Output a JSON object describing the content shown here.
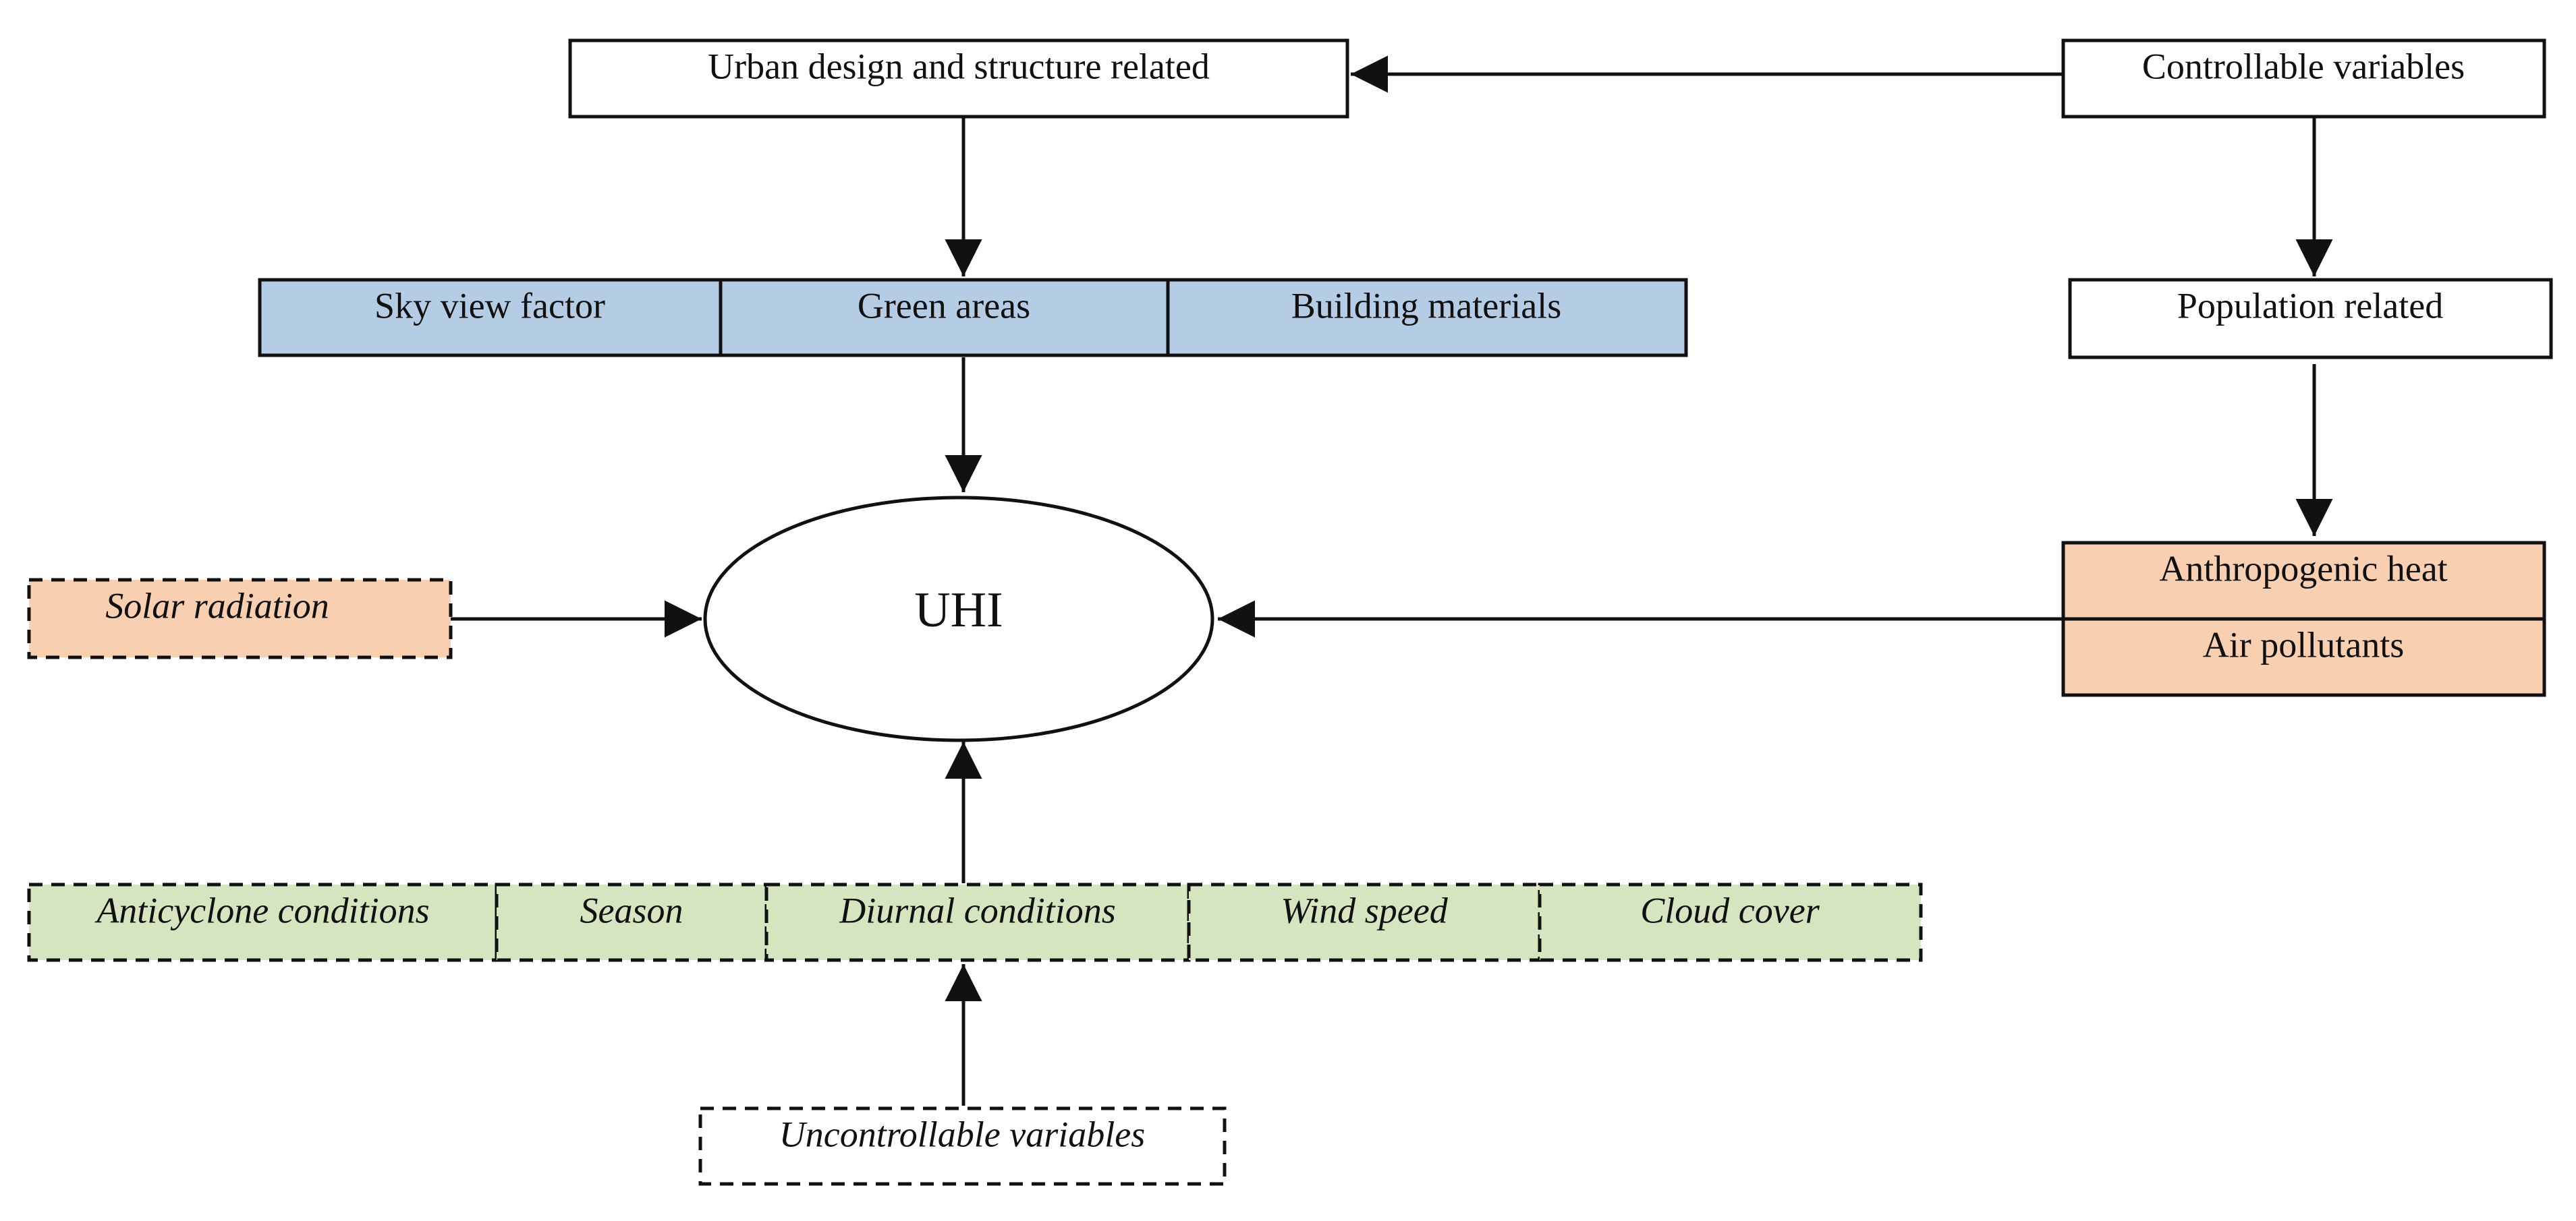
{
  "colors": {
    "blue": "#b4cde5",
    "orange": "#f8cfb1",
    "green": "#d4e5c0",
    "white": "#ffffff",
    "stroke": "#111111"
  },
  "nodes": {
    "urban_design": "Urban design and structure related",
    "controllable": "Controllable variables",
    "sky_view": "Sky view factor",
    "green_areas": "Green areas",
    "building_materials": "Building materials",
    "population": "Population related",
    "uhi": "UHI",
    "solar_radiation": "Solar radiation",
    "anthropogenic_heat": "Anthropogenic heat",
    "air_pollutants": "Air pollutants",
    "anticyclone": "Anticyclone conditions",
    "season": "Season",
    "diurnal": "Diurnal conditions",
    "wind_speed": "Wind speed",
    "cloud_cover": "Cloud cover",
    "uncontrollable": "Uncontrollable variables"
  }
}
